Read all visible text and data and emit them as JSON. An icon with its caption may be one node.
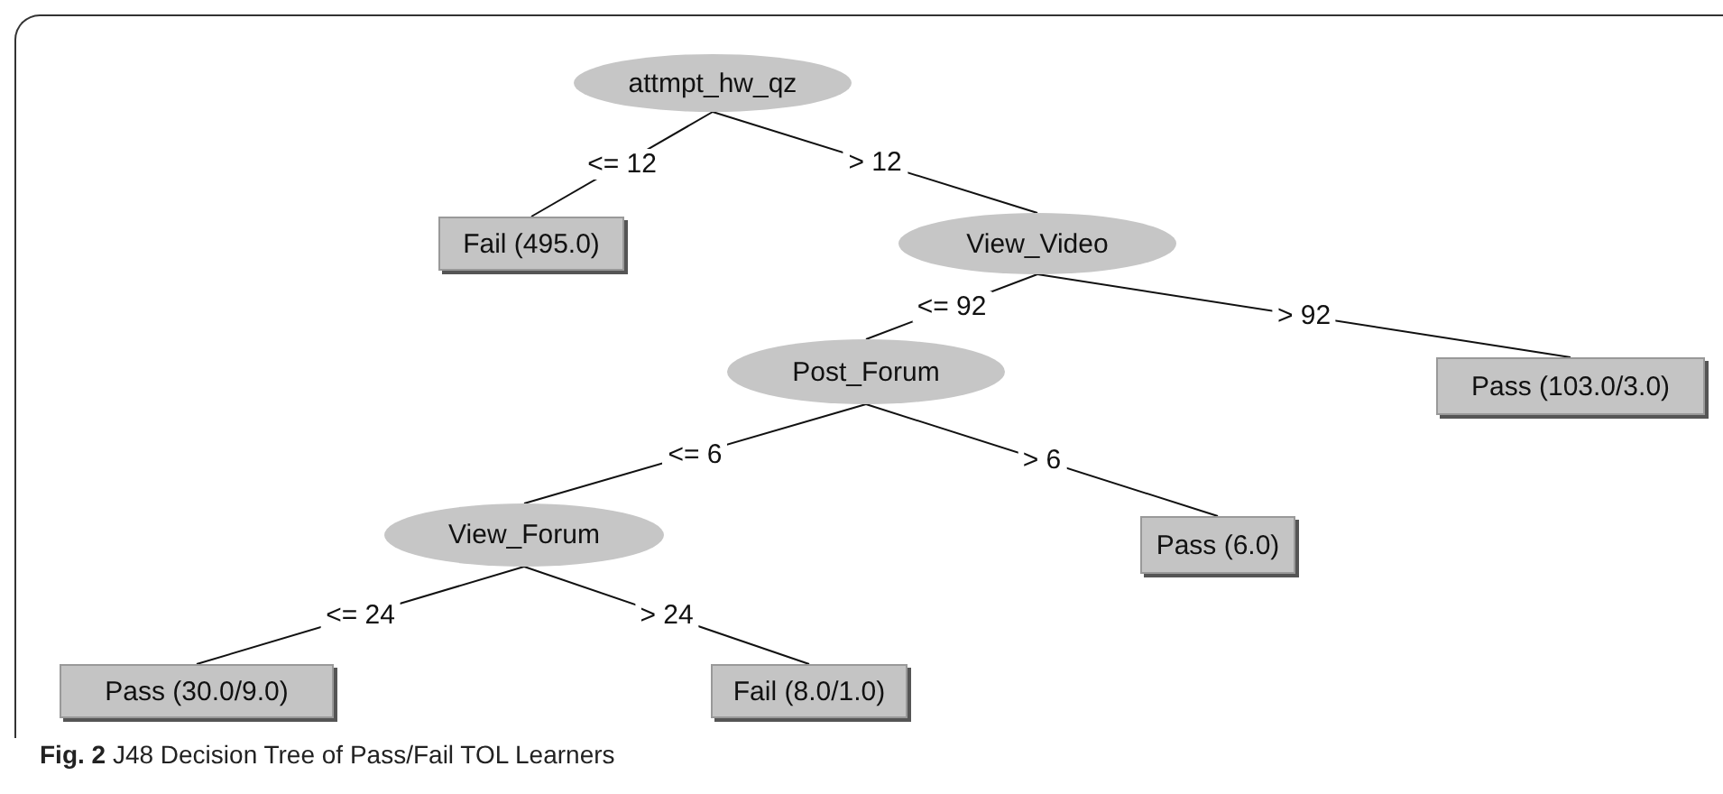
{
  "diagram": {
    "caption": "**Fig. 2** J48 Decision Tree of Pass/Fail TOL Learners",
    "nodes": [
      {
        "text": [
          "attmpt_hw_qz"
        ]
      },
      {
        "text": [
          "Fail (495.0)"
        ]
      },
      {
        "text": [
          "View_Video"
        ]
      },
      {
        "text": [
          "Post_Forum"
        ]
      },
      {
        "text": [
          "Pass (103.0/3.0)"
        ]
      },
      {
        "text": [
          "View_Forum"
        ]
      },
      {
        "text": [
          "Pass (6.0)"
        ]
      },
      {
        "text": [
          "Pass (30.0/9.0)"
        ]
      },
      {
        "text": [
          "Fail (8.0/1.0)"
        ]
      }
    ],
    "edges": [
      {
        "from": 0,
        "to": 1,
        "arrow": "none",
        "label": "<= 12"
      },
      {
        "from": 0,
        "to": 2,
        "arrow": "none",
        "label": "> 12"
      },
      {
        "from": 2,
        "to": 3,
        "arrow": "none",
        "label": "<= 92"
      },
      {
        "from": 2,
        "to": 4,
        "arrow": "none",
        "label": "> 92"
      },
      {
        "from": 3,
        "to": 5,
        "arrow": "none",
        "label": "<= 6"
      },
      {
        "from": 3,
        "to": 6,
        "arrow": "none",
        "label": "> 6"
      },
      {
        "from": 5,
        "to": 7,
        "arrow": "none",
        "label": "<= 24"
      },
      {
        "from": 5,
        "to": 8,
        "arrow": "none",
        "label": "> 24"
      }
    ]
  }
}
